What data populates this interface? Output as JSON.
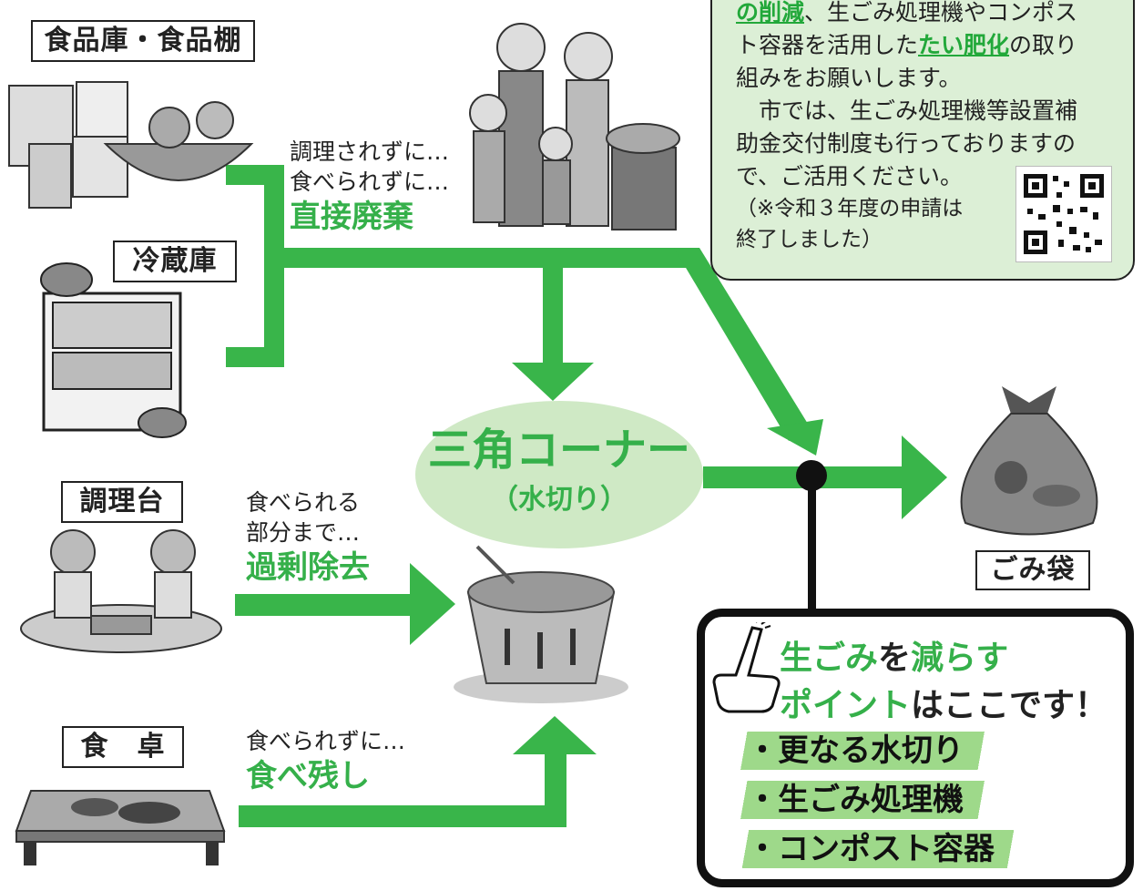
{
  "colors": {
    "flow_green": "#39b54a",
    "text_green": "#35b04a",
    "info_bg": "#dcefd6"
  },
  "sources": {
    "pantry": "食品庫・食品棚",
    "fridge": "冷蔵庫",
    "counter": "調理台",
    "table": "食　卓",
    "bag": "ごみ袋"
  },
  "captions": {
    "direct_1": "調理されずに…",
    "direct_2": "食べられずに…",
    "direct_big": "直接廃棄",
    "excess_1": "食べられる",
    "excess_2": "部分まで…",
    "excess_big": "過剰除去",
    "left_1": "食べられずに…",
    "left_big": "食べ残し"
  },
  "corner": {
    "title": "三角コーナー",
    "sub": "（水切り）"
  },
  "info": {
    "l1_hl": "の削減",
    "l1_rest": "、生ごみ処理機やコンポス",
    "l2_pre": "ト容器を活用した",
    "l2_hl": "たい肥化",
    "l2_post": "の取り",
    "l3": "組みをお願いします。",
    "l4": "　市では、生ごみ処理機等設置補",
    "l5": "助金交付制度も行っておりますの",
    "l6": "で、ご活用ください。",
    "l7": "（※令和３年度の申請は",
    "l8": "終了しました）"
  },
  "points": {
    "h1a": "生ごみ",
    "h1b": "を",
    "h1c": "減らす",
    "h2a": "ポイント",
    "h2b": "はここです！",
    "b1": "・更なる水切り",
    "b2": "・生ごみ処理機",
    "b3": "・コンポスト容器"
  },
  "icons": [
    "pantry-food-illustration",
    "fridge-illustration",
    "family-with-trash-illustration",
    "cooking-children-illustration",
    "dining-table-illustration",
    "sink-strainer-illustration",
    "garbage-bag-illustration",
    "pointing-hand-icon",
    "qr-code"
  ]
}
